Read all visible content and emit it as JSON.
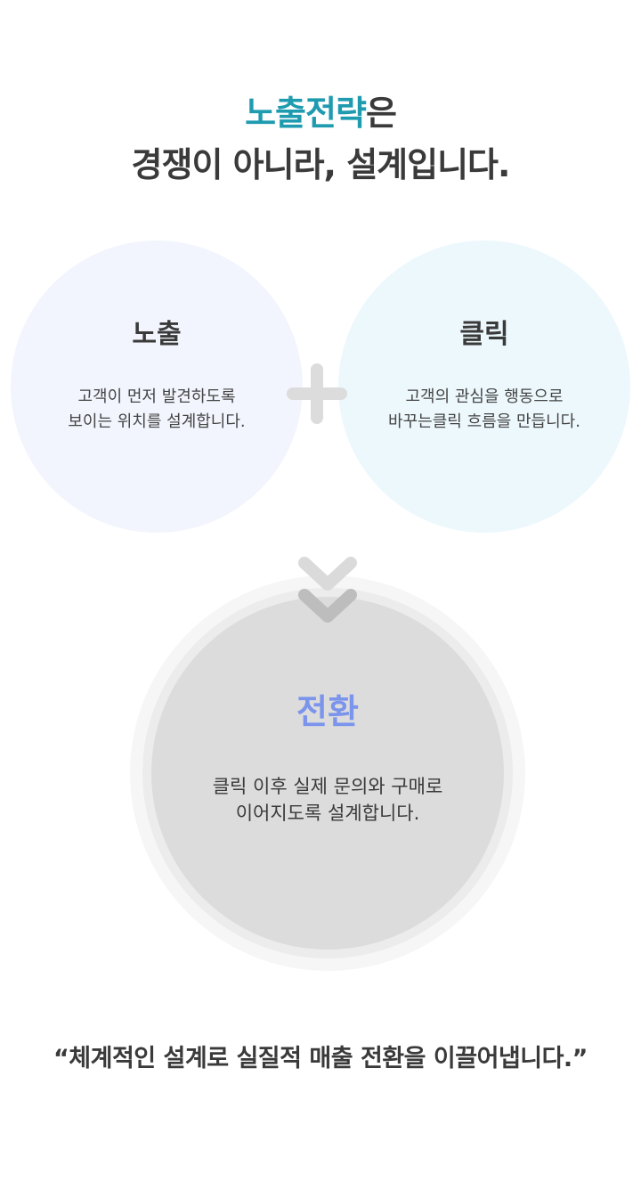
{
  "header": {
    "title_accent": "노출전략",
    "title_rest": "은",
    "title_line2": "경쟁이 아니라, 설계입니다."
  },
  "circles": {
    "left": {
      "title": "노출",
      "desc_line1": "고객이 먼저 발견하도록",
      "desc_line2": "보이는 위치를 설계합니다."
    },
    "right": {
      "title": "클릭",
      "desc_line1": "고객의 관심을 행동으로",
      "desc_line2": "바꾸는클릭 흐름을 만듭니다."
    }
  },
  "result": {
    "title": "전환",
    "desc_line1": "클릭 이후 실제 문의와 구매로",
    "desc_line2": "이어지도록 설계합니다."
  },
  "footer": {
    "quote": "“체계적인 설계로 실질적 매출 전환을 이끌어냅니다.”"
  },
  "icons": {
    "plus": "plus-icon",
    "chevron": "double-chevron-down-icon"
  },
  "colors": {
    "accent_teal": "#1f9bb0",
    "accent_blue": "#7b94ec",
    "left_circle": "#f2f5fd",
    "right_circle": "#edf8fd",
    "main_circle": "#dcdcdc"
  }
}
